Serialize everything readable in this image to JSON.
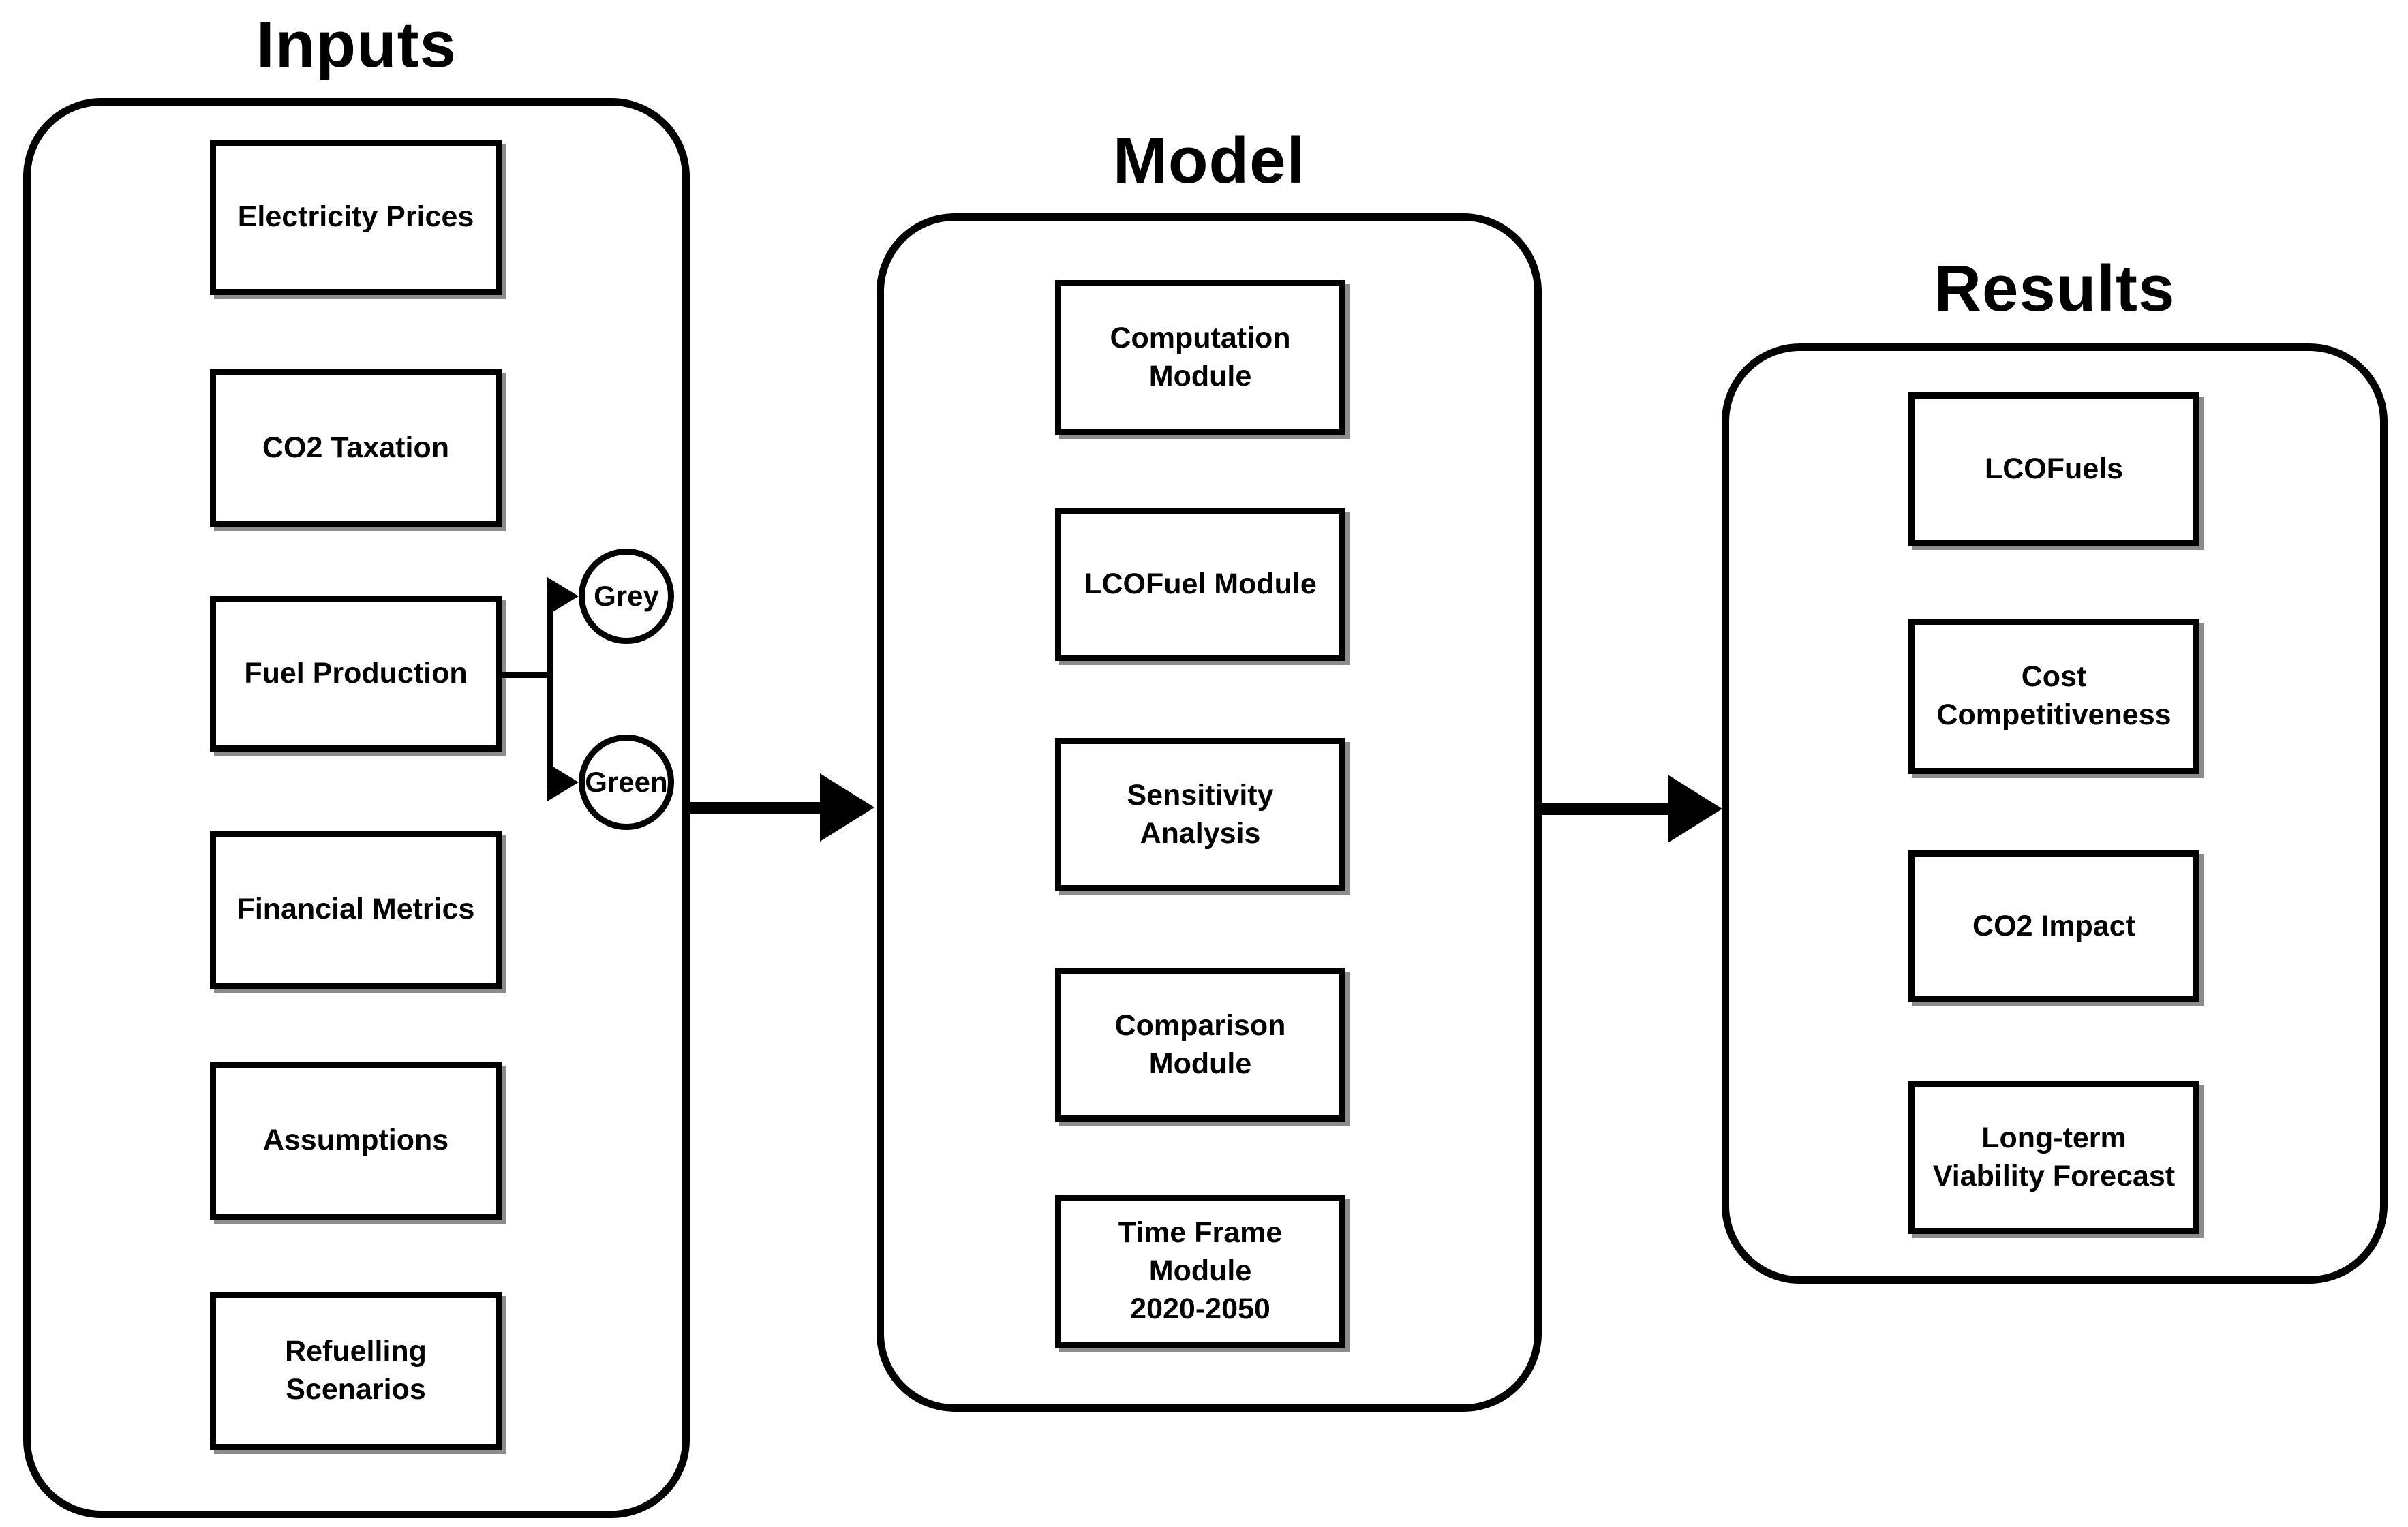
{
  "sections": [
    {
      "title": "Inputs",
      "boxes": [
        "Electricity Prices",
        "CO2 Taxation",
        "Fuel Production",
        "Financial Metrics",
        "Assumptions",
        "Refuelling\nScenarios"
      ]
    },
    {
      "title": "Model",
      "boxes": [
        "Computation\nModule",
        "LCOFuel Module",
        "Sensitivity\nAnalysis",
        "Comparison\nModule",
        "Time Frame\nModule\n2020-2050"
      ]
    },
    {
      "title": "Results",
      "boxes": [
        "LCOFuels",
        "Cost\nCompetitiveness",
        "CO2 Impact",
        "Long-term\nViability Forecast"
      ]
    }
  ],
  "branch_labels": [
    "Grey",
    "Green"
  ],
  "colors": {
    "stroke": "#000000",
    "fill": "#ffffff"
  }
}
